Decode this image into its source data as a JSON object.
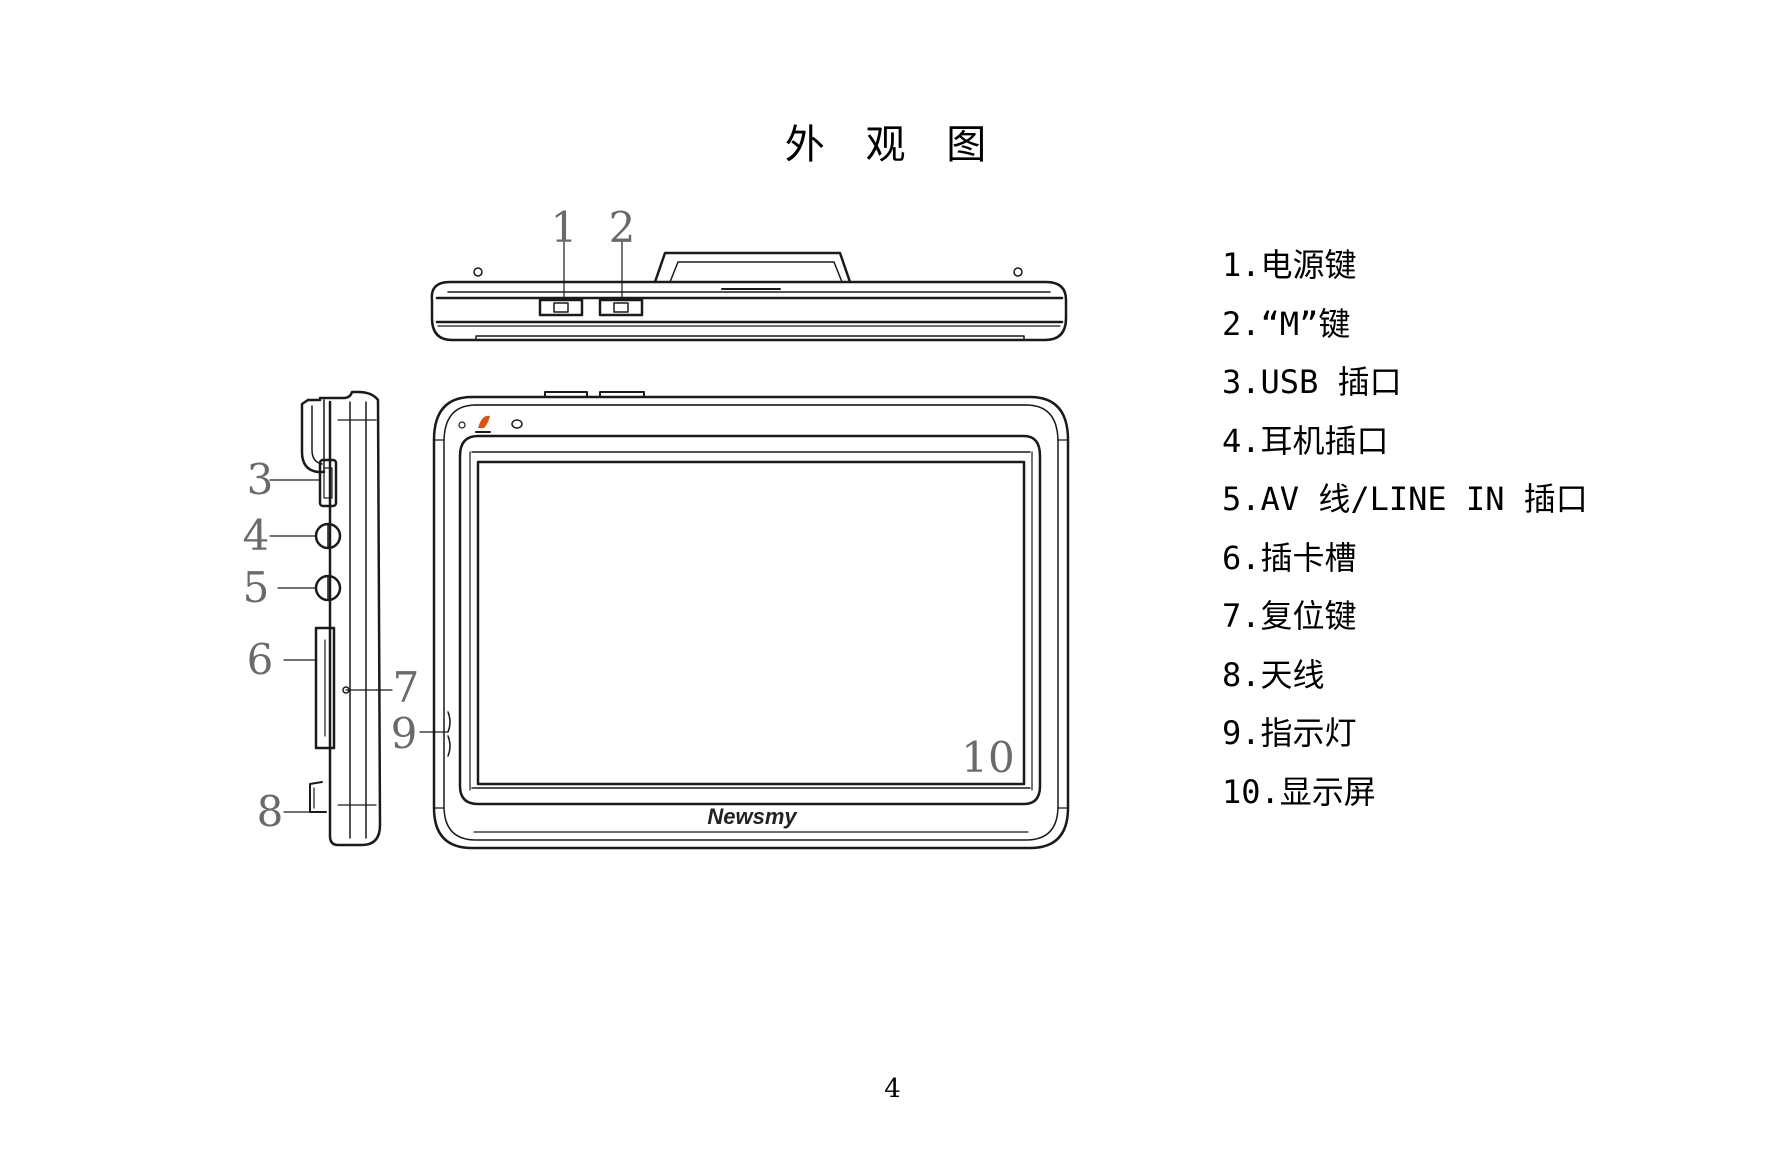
{
  "page": {
    "title": "外 观 图",
    "page_number": "4"
  },
  "diagram": {
    "brand_logo_text": "Newsmy",
    "callout_labels": [
      "1",
      "2",
      "3",
      "4",
      "5",
      "6",
      "7",
      "8",
      "9",
      "10"
    ]
  },
  "legend": {
    "items": [
      "1.电源键",
      "2.“M”键",
      "3.USB 插口",
      "4.耳机插口",
      "5.AV 线/LINE IN 插口",
      "6.插卡槽",
      "7.复位键",
      "8.天线",
      "9.指示灯",
      "10.显示屏"
    ]
  },
  "colors": {
    "line": "#1a1a1a",
    "callout": "#6a6a6a",
    "indicator": "#e05010"
  }
}
